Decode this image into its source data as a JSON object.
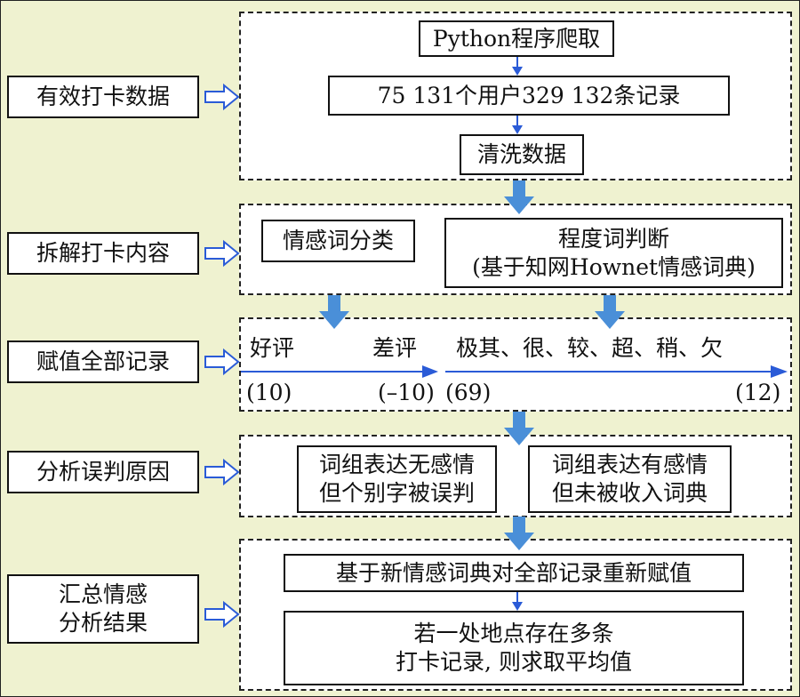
{
  "stages": [
    {
      "label": "有效打卡数据"
    },
    {
      "label": "拆解打卡内容"
    },
    {
      "label": "赋值全部记录"
    },
    {
      "label": "分析误判原因"
    },
    {
      "label": "汇总情感分析结果",
      "lines": [
        "汇总情感",
        "分析结果"
      ]
    }
  ],
  "panel1": {
    "step1": "Python程序爬取",
    "step2": "75 131个用户329 132条记录",
    "step3": "清洗数据"
  },
  "panel2": {
    "left": "情感词分类",
    "right_line1": "程度词判断",
    "right_line2": "(基于知网Hownet情感词典)"
  },
  "panel3": {
    "good": "好评",
    "bad": "差评",
    "good_value": "(10)",
    "bad_value": "(–10)",
    "degree_words": "极其、很、较、超、稍、欠",
    "degree_start": "(69)",
    "degree_end": "(12)"
  },
  "panel4": {
    "left_line1": "词组表达无感情",
    "left_line2": "但个别字被误判",
    "right_line1": "词组表达有感情",
    "right_line2": "但未被收入词典"
  },
  "panel5": {
    "step1": "基于新情感词典对全部记录重新赋值",
    "step2_line1": "若一处地点存在多条",
    "step2_line2": "打卡记录, 则求取平均值"
  },
  "colors": {
    "background": "#eff2d0",
    "arrow": "#2a5bd7",
    "big_arrow": "#4a8fd8"
  }
}
